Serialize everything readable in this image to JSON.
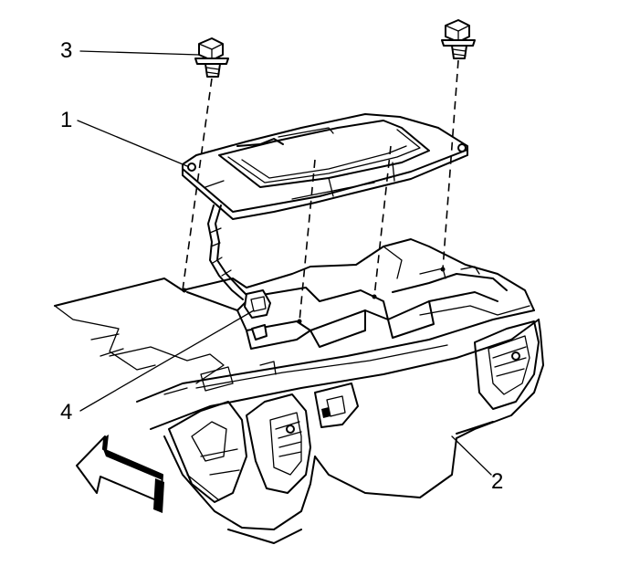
{
  "figure": {
    "callouts": [
      {
        "id": "1",
        "label": "1"
      },
      {
        "id": "2",
        "label": "2"
      },
      {
        "id": "3",
        "label": "3"
      },
      {
        "id": "4",
        "label": "4"
      }
    ],
    "icons": {
      "arrow": "front-direction-arrow-icon",
      "bolt": "bolt-icon",
      "connector": "electrical-connector-icon"
    }
  }
}
